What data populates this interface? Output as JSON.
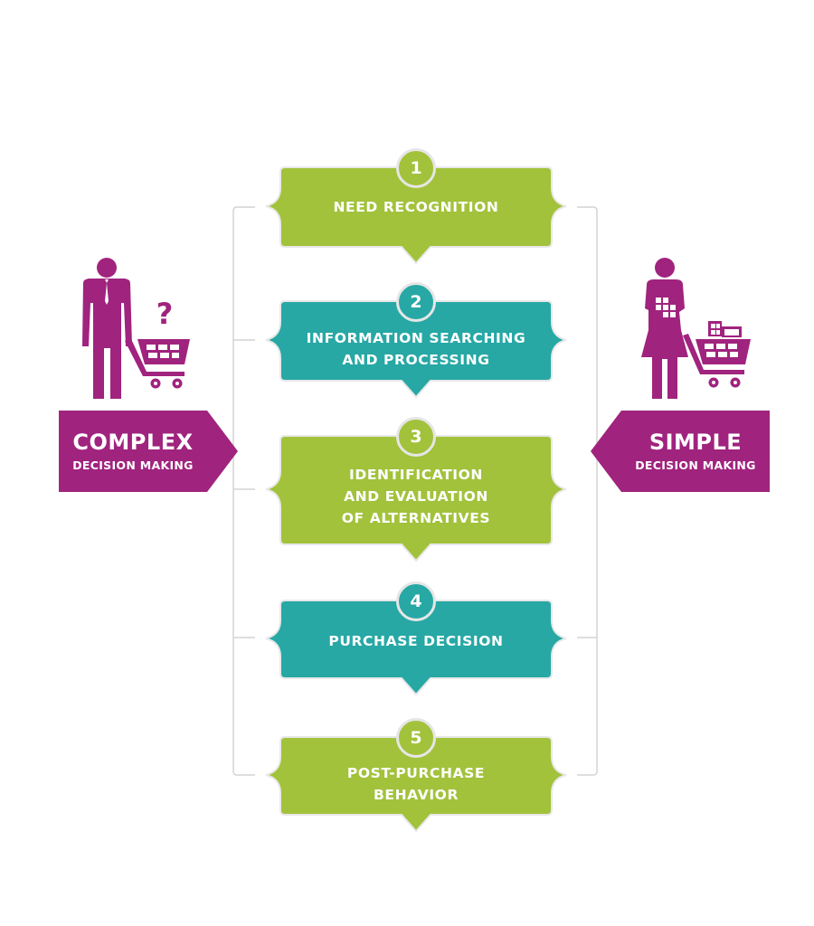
{
  "colors": {
    "green": "#a2c23b",
    "teal": "#27a8a5",
    "magenta": "#a0237e",
    "bracket": "#d4d4d4",
    "badge_border": "#e6e6e6"
  },
  "steps": [
    {
      "number": "1",
      "lines": [
        "NEED RECOGNITION"
      ],
      "color": "green"
    },
    {
      "number": "2",
      "lines": [
        "INFORMATION SEARCHING",
        "AND PROCESSING"
      ],
      "color": "teal"
    },
    {
      "number": "3",
      "lines": [
        "IDENTIFICATION",
        "AND EVALUATION",
        "OF ALTERNATIVES"
      ],
      "color": "green"
    },
    {
      "number": "4",
      "lines": [
        "PURCHASE DECISION"
      ],
      "color": "teal"
    },
    {
      "number": "5",
      "lines": [
        "POST-PURCHASE",
        "BEHAVIOR"
      ],
      "color": "green"
    }
  ],
  "left_panel": {
    "title": "COMPLEX",
    "subtitle": "DECISION MAKING",
    "figure_icon": "businessman-with-cart-icon",
    "question_mark": "?",
    "connected_steps": [
      "1",
      "2",
      "3",
      "4",
      "5"
    ]
  },
  "right_panel": {
    "title": "SIMPLE",
    "subtitle": "DECISION MAKING",
    "figure_icon": "woman-with-full-cart-icon",
    "connected_steps": [
      "1",
      "4",
      "5"
    ]
  }
}
